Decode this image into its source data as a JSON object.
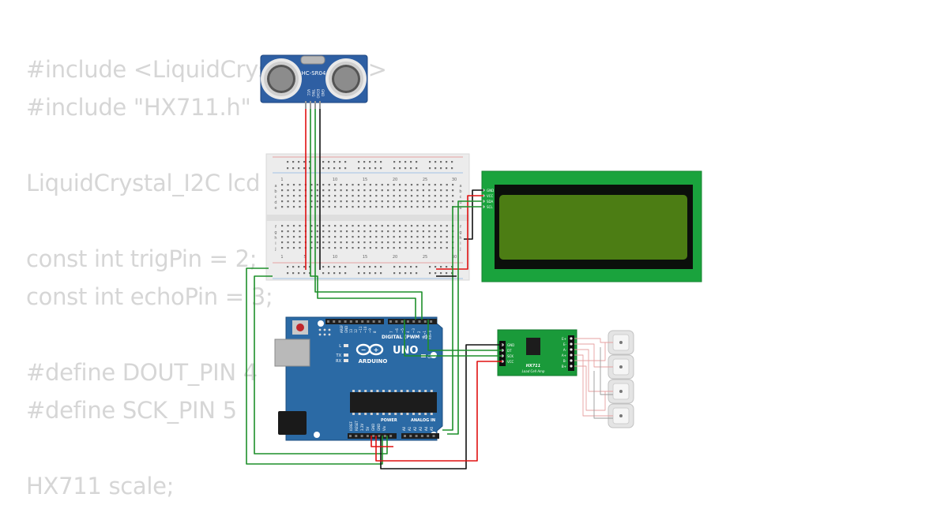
{
  "code_lines": [
    "#include <LiquidCrystal_I2C.h>",
    "#include \"HX711.h\"",
    "",
    "LiquidCrystal_I2C lcd",
    "",
    "const int trigPin = 2;",
    "const int echoPin = 3;",
    "",
    "#define DOUT_PIN 4",
    "#define SCK_PIN 5",
    "",
    "HX711 scale;"
  ],
  "sensor": {
    "model": "HC-SR04",
    "pins": [
      "VCC",
      "TRIG",
      "ECHO",
      "GND"
    ]
  },
  "lcd": {
    "pins": [
      "GND",
      "VCC",
      "SDA",
      "SCL"
    ]
  },
  "arduino": {
    "brand": "ARDUINO",
    "model": "UNO",
    "digital_label": "DIGITAL (PWM ~)",
    "power_label": "POWER",
    "analog_label": "ANALOG IN",
    "on_label": "ON",
    "led_labels": [
      "L",
      "TX",
      "RX"
    ],
    "header_labels": [
      "AREF",
      "GND",
      "13",
      "12",
      "~11",
      "~10",
      "~9",
      "8",
      "7",
      "~6",
      "~5",
      "4",
      "~3",
      "2",
      "TX→1",
      "RX←0"
    ],
    "power_pins": [
      "IOREF",
      "RESET",
      "3.3V",
      "5V",
      "GND",
      "GND",
      "Vin"
    ],
    "analog_pins": [
      "A0",
      "A1",
      "A2",
      "A3",
      "A4",
      "A5"
    ]
  },
  "breadboard": {
    "columns": [
      "1",
      "5",
      "10",
      "15",
      "20",
      "25",
      "30"
    ],
    "rows_top": [
      "a",
      "b",
      "c",
      "d",
      "e"
    ],
    "rows_bottom": [
      "f",
      "g",
      "h",
      "i",
      "j"
    ]
  },
  "hx711": {
    "title": "HX711",
    "subtitle": "Load Cell Amp",
    "left_pins": [
      "GND",
      "DT",
      "SCK",
      "VCC"
    ],
    "right_pins": [
      "E+",
      "E-",
      "A-",
      "A+",
      "B-",
      "B+"
    ]
  },
  "colors": {
    "wire_green": "#1d8f2a",
    "wire_red": "#e01010",
    "wire_black": "#111111",
    "board_blue": "#2b6aa5",
    "lcd_green": "#4a7e12",
    "pcb_green": "#1a9a3a",
    "code_text": "#d6d6d6"
  }
}
